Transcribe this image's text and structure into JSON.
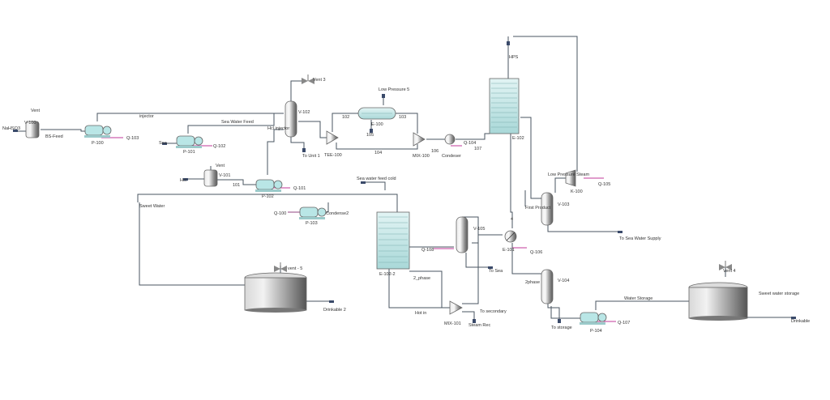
{
  "colors": {
    "pipe": "#4a5560",
    "energy_stream": "#c03a9a",
    "pump_fill": "#b9e6e6",
    "vessel_fill": "#bdbdbd",
    "stream_stub": "#3a4a6a"
  },
  "labels": {
    "nahco3": "NaHSO3",
    "vent_v100": "Vent",
    "v100": "V-100",
    "bs_feed": "BS-Feed",
    "p100": "P-100",
    "q103": "Q-103",
    "injector": "injector",
    "sea": "Sea",
    "p101": "P-101",
    "q102": "Q-102",
    "sea_water_feed": "Sea Water Feed",
    "hcl_injector": "Hcl injector",
    "v102": "V-102",
    "vent_3": "Vent 3",
    "to_unit_1": "To Unit 1",
    "hcl": "Hcl",
    "v101": "V-101",
    "vent_v101": "Vent",
    "s101": "101",
    "p102": "P-102",
    "q101": "Q-101",
    "tee100": "TEE-100",
    "s102": "102",
    "low_pressure_5": "Low Pressure 5",
    "e100": "E-100",
    "s103": "103",
    "s105": "105",
    "s104": "104",
    "mix100": "MIX-100",
    "s106": "106",
    "condeser": "Condeser",
    "q104": "Q-104",
    "s107": "107",
    "hps": "HPS",
    "e102": "E-102",
    "low_pressure_steam": "Low Pressure Steam",
    "k100": "K-100",
    "q105": "Q-105",
    "first_product": "First Product",
    "v103": "V-103",
    "to_sea_water_supply": "To Sea Water Supply",
    "sweet_water": "Sweet Water",
    "q100": "Q-100",
    "p103": "P-103",
    "condense2": "Condense2",
    "sea_water_feed_cold": "Sea water feed cold",
    "e1022": "E-102-2",
    "v105": "V-105",
    "q108": "Q-108",
    "to_sea": "To Sea",
    "two_phase_a": "2_phase",
    "s4": "4",
    "e101": "E-101",
    "q106": "Q-106",
    "two_phase_b": "2phase",
    "v104": "V-104",
    "vent_5": "vent - 5",
    "drinkable_2": "Drinkable 2",
    "hot_in": "Hot in",
    "mix101": "MIX-101",
    "steam_rec": "Steam Rec",
    "to_secondary": "To secondary",
    "to_storage": "To storage",
    "p104": "P-104",
    "q107": "Q-107",
    "water_storage": "Water Storage",
    "vent_4": "Vent 4",
    "sweet_water_storage": "Sweet water storage",
    "drinkable": "Drinkable"
  }
}
